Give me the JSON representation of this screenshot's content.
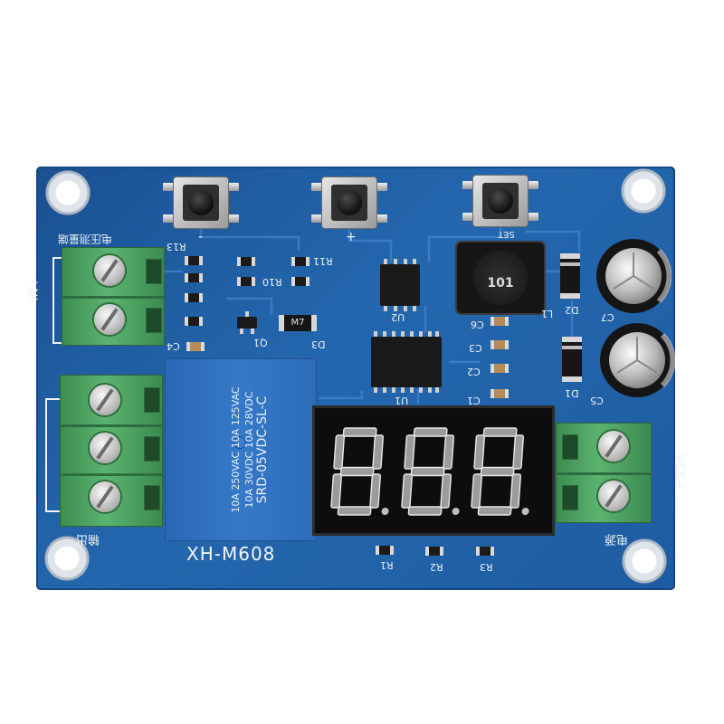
{
  "board": {
    "model": "XH-M608"
  },
  "buttons": {
    "minus": "-",
    "plus": "+",
    "set": "SET"
  },
  "terminals": {
    "input_label": "-IN+",
    "input_cn": "电压测量端",
    "output_cn": "输出",
    "power_label": "-VCC+",
    "power_cn": "电源"
  },
  "relay": {
    "line1": "10A 250VAC 10A 125VAC",
    "line2": "10A 30VDC 10A 28VDC",
    "line3": "SRD-05VDC-SL-C"
  },
  "markings": {
    "inductor": "101",
    "diode_d3": "M7"
  },
  "refs": {
    "r1": "R1",
    "r2": "R2",
    "r3": "R3",
    "r10": "R10",
    "r11": "R11",
    "r13": "R13",
    "c1": "C1",
    "c2": "C2",
    "c3": "C3",
    "c4": "C4",
    "c5": "C5",
    "c6": "C6",
    "c7": "C7",
    "d1": "D1",
    "d2": "D2",
    "d3": "D3",
    "q1": "Q1",
    "u1": "U1",
    "u2": "U2",
    "l1": "L1"
  },
  "colors": {
    "pcb": "#1f5ea3",
    "terminal": "#4a9e5f",
    "relay": "#2f72c2",
    "silkscreen": "#f2f5f8"
  }
}
